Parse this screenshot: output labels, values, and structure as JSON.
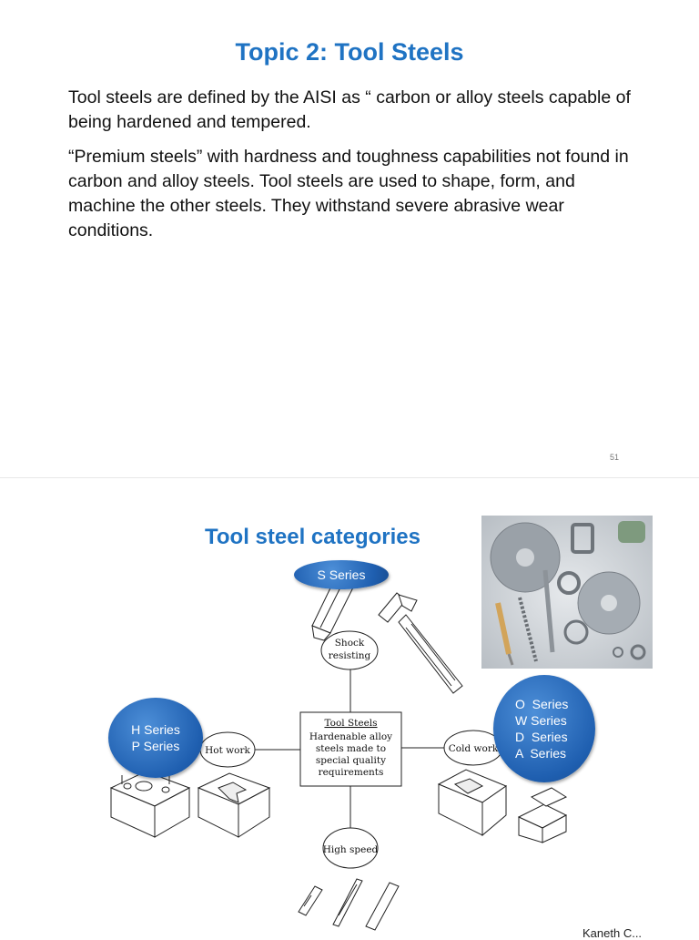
{
  "slide1": {
    "title": "Topic 2: Tool Steels",
    "paragraphs": [
      "Tool steels are defined by the AISI as “ carbon or alloy steels capable of being hardened and tempered.",
      "“Premium steels” with hardness and toughness capabilities not found in carbon and alloy steels. Tool steels are used to shape, form, and machine the other steels. They withstand severe abrasive wear conditions."
    ],
    "page_number": "51"
  },
  "slide2": {
    "title": "Tool steel categories",
    "center_box": {
      "heading": "Tool Steels",
      "lines": [
        "Hardenable alloy",
        "steels made to",
        "special quality",
        "requirements"
      ]
    },
    "nodes": {
      "shock": [
        "Shock",
        "resisting"
      ],
      "hot": "Hot work",
      "cold": "Cold work",
      "high_speed": "High speed"
    },
    "bubbles": {
      "s": "S Series",
      "h": [
        "H Series",
        "P Series"
      ],
      "o": [
        "O  Series",
        "W Series",
        "D  Series",
        "A  Series"
      ]
    },
    "footer": "Kaneth C..."
  },
  "colors": {
    "title_blue": "#1f73c3",
    "bubble_blue": "#1f5fb0"
  }
}
